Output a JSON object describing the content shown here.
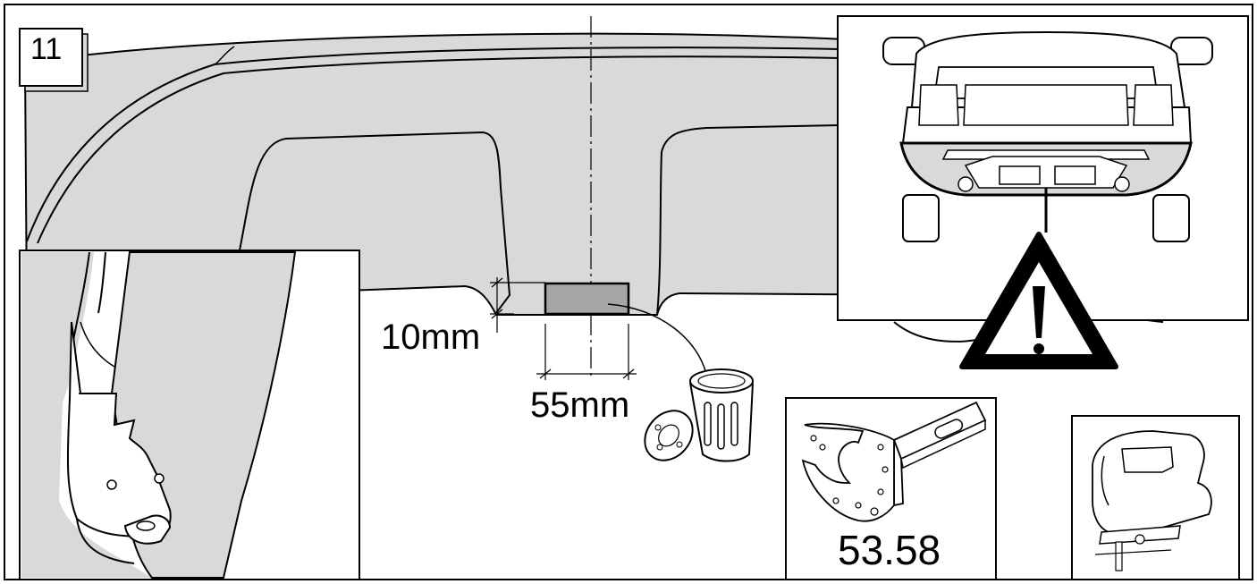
{
  "step": {
    "number": "11"
  },
  "dimensions": {
    "cut_height": "10mm",
    "cut_width": "55mm"
  },
  "part": {
    "number": "53.58"
  },
  "colors": {
    "line": "#000000",
    "bumper_fill": "#d9d9d9",
    "cutout_fill": "#a6a6a6",
    "background": "#ffffff"
  },
  "icons": {
    "warning": "warning-triangle-icon",
    "tool": "jigsaw-icon",
    "waste": "trash-bin-icon"
  }
}
